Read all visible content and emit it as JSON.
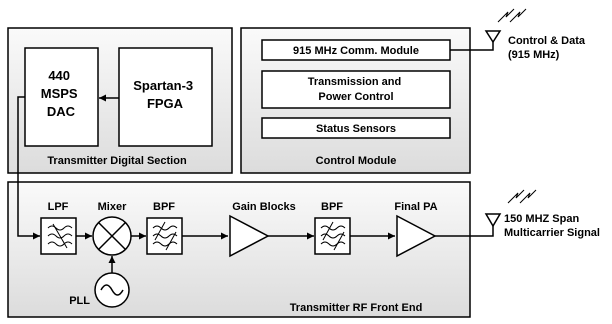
{
  "digital_section": {
    "dac_lines": [
      "440",
      "MSPS",
      "DAC"
    ],
    "fpga_lines": [
      "Spartan-3",
      "FPGA"
    ],
    "caption": "Transmitter Digital Section"
  },
  "control_module": {
    "comm_module": "915 MHz Comm. Module",
    "transmission_lines": [
      "Transmission and",
      "Power Control"
    ],
    "status_sensors": "Status Sensors",
    "caption": "Control Module"
  },
  "control_antenna": {
    "label_lines": [
      "Control & Data",
      "(915 MHz)"
    ]
  },
  "rf_front_end": {
    "caption": "Transmitter RF Front End",
    "stages": {
      "lpf": "LPF",
      "mixer": "Mixer",
      "bpf1": "BPF",
      "gain": "Gain Blocks",
      "bpf2": "BPF",
      "final_pa": "Final PA",
      "pll": "PLL"
    }
  },
  "output_antenna": {
    "label_lines": [
      "150 MHZ Span",
      "Multicarrier Signal"
    ]
  }
}
